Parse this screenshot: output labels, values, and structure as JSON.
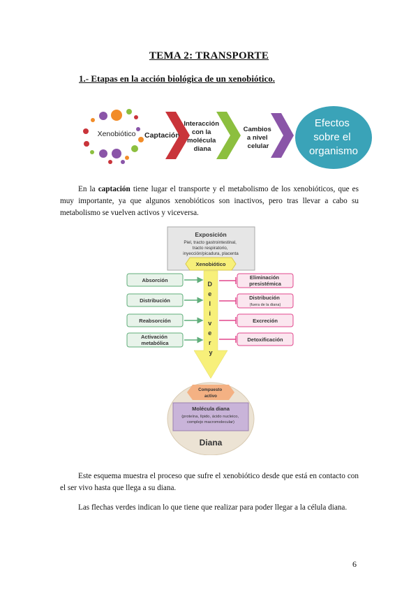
{
  "header": {
    "title": "TEMA 2: TRANSPORTE",
    "section": "1.- Etapas en la acción biológica de un xenobiótico."
  },
  "flow": {
    "xenobiotico": "Xenobiótico",
    "captacion": "Captación",
    "interaccion": [
      "Interacción",
      "con la",
      "molécula",
      "diana"
    ],
    "cambios": [
      "Cambios",
      "a nivel",
      "celular"
    ],
    "efectos": [
      "Efectos",
      "sobre el",
      "organismo"
    ],
    "colors": {
      "red": "#c9343a",
      "green": "#8cbf3f",
      "purple": "#8a55a8",
      "teal": "#3aa3b8"
    }
  },
  "para1": {
    "before": "En la ",
    "bold": "captación",
    "after": " tiene lugar el transporte y el metabolismo de los xenobióticos, que es muy importante, ya que algunos xenobióticos son inactivos, pero tras llevar a cabo su metabolismo se vuelven activos y viceversa."
  },
  "diagram": {
    "exposicion_title": "Exposición",
    "exposicion_lines": [
      "Piel, tracto gastrointestinal,",
      "tracto respiratorio,",
      "inyección/picadura, placenta"
    ],
    "xenobiotico": "Xenobiótico",
    "left_boxes": [
      "Absorción",
      "Distribución",
      "Reabsorción",
      [
        "Activación",
        "metabólica"
      ]
    ],
    "right_boxes": [
      [
        "Eliminación",
        "presistémica"
      ],
      [
        "Distribución",
        "(fuera de la diana)"
      ],
      "Excreción",
      "Detoxificación"
    ],
    "delivery": [
      "D",
      "e",
      "l",
      "i",
      "v",
      "e",
      "r",
      "y"
    ],
    "compuesto": [
      "Compuesto",
      "activo"
    ],
    "molecula_title": "Molécula diana",
    "molecula_lines": [
      "(proteína, lípido, ácido nucleico,",
      "complejo macromolecular)"
    ],
    "diana": "Diana",
    "colors": {
      "green": "#5fae7a",
      "pink": "#e2478c",
      "yellow": "#f7f07a",
      "orange": "#f4b183",
      "lavender": "#c9b4d9"
    }
  },
  "para2": "Este esquema muestra el proceso que sufre el xenobiótico desde que está en contacto con el ser vivo hasta que llega a su diana.",
  "para3": "Las flechas verdes indican lo que tiene que realizar para poder llegar a la célula diana.",
  "page_number": "6"
}
